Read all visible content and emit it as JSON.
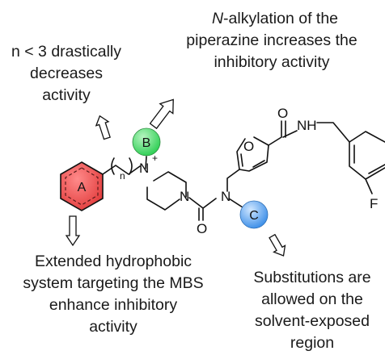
{
  "annotations": {
    "n_alkylation_lines": [
      "alkylation of the",
      "piperazine increases the",
      "inhibitory activity"
    ],
    "n_alkylation_prefix": "N",
    "linker_length": [
      "n < 3 drastically",
      "decreases",
      "activity"
    ],
    "hydrophobic": [
      "Extended hydrophobic",
      "system targeting the MBS",
      "enhance inhibitory",
      "activity"
    ],
    "substitution": [
      "Substitutions are",
      "allowed on the",
      "solvent-exposed",
      "region"
    ]
  },
  "molecule": {
    "ring_a_label": "A",
    "site_b_label": "B",
    "site_c_label": "C",
    "atoms": {
      "n_quaternary": "N",
      "charge": "+",
      "n_piperazine": "N",
      "n_amide": "N",
      "o_urea": "O",
      "o_furan": "O",
      "o_carbonyl": "O",
      "nh": "NH",
      "f": "F",
      "n_subscript": "n"
    }
  },
  "colors": {
    "ring_a": "#f05050",
    "site_b": "#4fd86a",
    "site_c": "#5aa6f0"
  }
}
